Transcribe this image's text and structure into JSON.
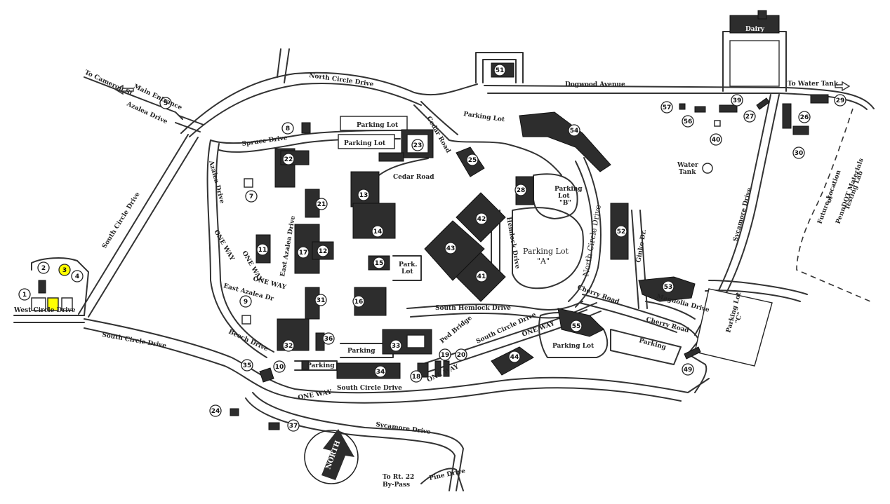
{
  "map": {
    "roads": {
      "north_circle_drive_top": "North Circle Drive",
      "north_circle_drive_east": "North Circle Drive",
      "dogwood_avenue": "Dogwood Avenue",
      "to_water_tank": "To Water Tank",
      "to_cameron_st": "To Cameron St.",
      "main_entrance": "Main Entrance",
      "azalea_drive_nw": "Azalea Drive",
      "spruce_drive": "Spruce Drive",
      "cedar_road_vertical": "Cedar Road",
      "cedar_road": "Cedar Road",
      "azalea_drive_west": "Azalea Drive",
      "south_circle_drive_west": "South Circle Drive",
      "west_circle_drive": "West Circle Drive",
      "east_azalea_drive_vertical": "East Azalea Drive",
      "east_azalea_dr": "East Azalea Dr",
      "one_way_1": "ONE WAY",
      "one_way_2": "ONE WAY",
      "one_way_3": "ONE WAY",
      "one_way_4": "ONE WAY",
      "one_way_5": "ONE WAY",
      "one_way_6": "ONE WAY",
      "beech_drive": "Beech Drive",
      "south_circle_drive_sw": "South Circle Drive",
      "south_circle_drive_bottom": "South Circle Drive",
      "south_circle_drive_se": "South Circle Drive",
      "south_hemlock_drive": "South Hemlock Drive",
      "hemlock_drive": "Hemlock Drive",
      "ped_bridge": "Ped Bridge",
      "cherry_road_1": "Cherry Road",
      "cherry_road_2": "Cherry Road",
      "ginko_dr": "Ginko Dr.",
      "magnolia_drive": "Magnolia Drive",
      "sycamore_drive_east": "Sycamore Drive",
      "sycamore_drive_south": "Sycamore Drive",
      "to_rt22": "To Rt. 22",
      "by_pass": "By-Pass",
      "pine_drive": "Pine Drive"
    },
    "areas": {
      "parking_lot_spruce": "Parking Lot",
      "parking_lot_spruce_2": "Parking Lot",
      "parking_lot_cedar": "Parking Lot",
      "parking_lot_b_1": "Parking",
      "parking_lot_b_2": "Lot",
      "parking_lot_b_3": "\"B\"",
      "parking_lot_a_1": "Parking Lot",
      "parking_lot_a_2": "\"A\"",
      "park_lot_1": "Park.",
      "park_lot_2": "Lot",
      "parking_south": "Parking",
      "parking_10": "Parking",
      "parking_lot_55": "Parking Lot",
      "parking_east": "Parking",
      "parking_lot_c_1": "Parking Lot",
      "parking_lot_c_2": "\"C\"",
      "water_tank_1": "Water",
      "water_tank_2": "Tank",
      "dairy": "Dairy",
      "future_1": "Future Location",
      "future_2": "of",
      "future_3": "PennDOT Materials",
      "future_4": "Testing Lab",
      "north": "NORTH"
    },
    "markers": [
      {
        "id": "m1",
        "label": "1"
      },
      {
        "id": "m2",
        "label": "2"
      },
      {
        "id": "m3",
        "label": "3",
        "highlight": true
      },
      {
        "id": "m4",
        "label": "4"
      },
      {
        "id": "m5",
        "label": "5"
      },
      {
        "id": "m7",
        "label": "7"
      },
      {
        "id": "m8",
        "label": "8"
      },
      {
        "id": "m9",
        "label": "9"
      },
      {
        "id": "m10",
        "label": "10"
      },
      {
        "id": "m11",
        "label": "11"
      },
      {
        "id": "m12",
        "label": "12"
      },
      {
        "id": "m13",
        "label": "13"
      },
      {
        "id": "m14",
        "label": "14"
      },
      {
        "id": "m15",
        "label": "15"
      },
      {
        "id": "m16",
        "label": "16"
      },
      {
        "id": "m17",
        "label": "17"
      },
      {
        "id": "m18",
        "label": "18"
      },
      {
        "id": "m19",
        "label": "19"
      },
      {
        "id": "m20",
        "label": "20"
      },
      {
        "id": "m21",
        "label": "21"
      },
      {
        "id": "m22",
        "label": "22"
      },
      {
        "id": "m23",
        "label": "23"
      },
      {
        "id": "m24",
        "label": "24"
      },
      {
        "id": "m25",
        "label": "25"
      },
      {
        "id": "m26",
        "label": "26"
      },
      {
        "id": "m27",
        "label": "27"
      },
      {
        "id": "m28",
        "label": "28"
      },
      {
        "id": "m29",
        "label": "29"
      },
      {
        "id": "m30",
        "label": "30"
      },
      {
        "id": "m31",
        "label": "31"
      },
      {
        "id": "m32",
        "label": "32"
      },
      {
        "id": "m33",
        "label": "33"
      },
      {
        "id": "m34",
        "label": "34"
      },
      {
        "id": "m35",
        "label": "35"
      },
      {
        "id": "m36",
        "label": "36"
      },
      {
        "id": "m37",
        "label": "37"
      },
      {
        "id": "m39",
        "label": "39"
      },
      {
        "id": "m40",
        "label": "40"
      },
      {
        "id": "m41",
        "label": "41"
      },
      {
        "id": "m42",
        "label": "42"
      },
      {
        "id": "m43",
        "label": "43"
      },
      {
        "id": "m44",
        "label": "44"
      },
      {
        "id": "m49",
        "label": "49"
      },
      {
        "id": "m51",
        "label": "51"
      },
      {
        "id": "m52",
        "label": "52"
      },
      {
        "id": "m53",
        "label": "53"
      },
      {
        "id": "m54",
        "label": "54"
      },
      {
        "id": "m55",
        "label": "55"
      },
      {
        "id": "m56",
        "label": "56"
      },
      {
        "id": "m57",
        "label": "57"
      }
    ],
    "colors": {
      "ink": "#2d2d2d",
      "highlight": "#ffff00",
      "paper": "#ffffff"
    }
  }
}
